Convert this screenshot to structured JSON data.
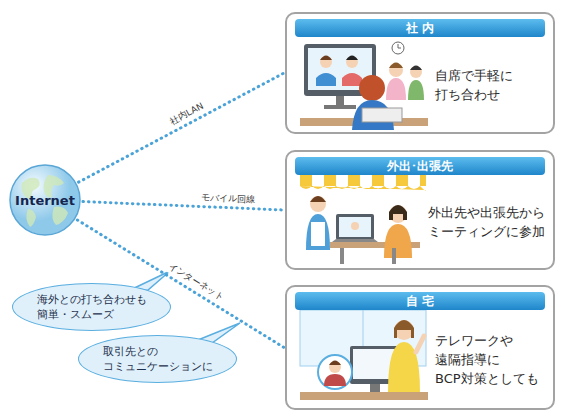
{
  "diagram": {
    "nodes": [
      {
        "text": [
          "Internet"
        ]
      },
      {
        "text": [
          "社 内",
          "自席で手軽に 打ち合わせ"
        ]
      },
      {
        "text": [
          "外出･出張先",
          "外出先や出張先から ミーティングに参加"
        ]
      },
      {
        "text": [
          "自 宅",
          "テレワークや 遠隔指導に BCP対策としても"
        ]
      },
      {
        "text": [
          "海外との打ち合わせも 簡単・スムーズ"
        ]
      },
      {
        "text": [
          "取引先との コミュニケーションに"
        ]
      }
    ],
    "edges": [
      {
        "from": 0,
        "to": 1,
        "arrow": "none",
        "label": "社内LAN"
      },
      {
        "from": 0,
        "to": 2,
        "arrow": "none",
        "label": "モバイル回線"
      },
      {
        "from": 0,
        "to": 3,
        "arrow": "none",
        "label": "インターネット"
      }
    ]
  }
}
